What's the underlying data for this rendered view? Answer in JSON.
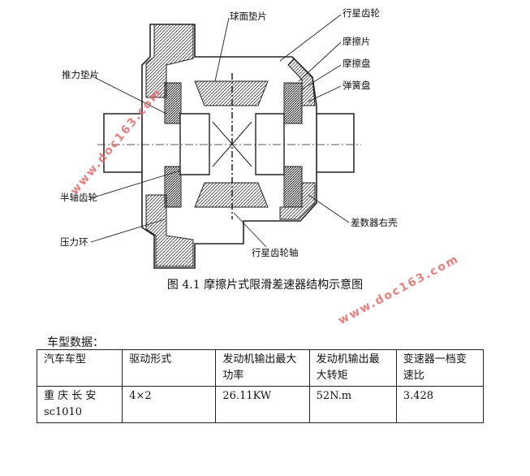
{
  "figure": {
    "labels": {
      "spherical_washer": "球面垫片",
      "planet_gear": "行星齿轮",
      "friction_plate": "摩擦片",
      "friction_disc": "摩擦盘",
      "spring_disc": "弹簧盘",
      "thrust_washer": "推力垫片",
      "half_shaft_gear": "半轴齿轮",
      "pressure_ring": "压力环",
      "planet_gear_shaft": "行星齿轮轴",
      "diff_right_housing": "差数器右壳"
    },
    "watermark": "www.doc163.com",
    "caption": "图 4.1  摩擦片式限滑差速器结构示意图"
  },
  "section_title": "车型数据：",
  "table": {
    "headers": [
      "汽车车型",
      "驱动形式",
      "发动机输出最大功率",
      "发动机输出最大转矩",
      "变速器一档变速比"
    ],
    "row": [
      "重 庆 长 安 sc1010",
      "4×2",
      "26.11KW",
      "52N.m",
      "3.428"
    ]
  },
  "colors": {
    "watermark": "#e06a6a",
    "line": "#222222"
  }
}
